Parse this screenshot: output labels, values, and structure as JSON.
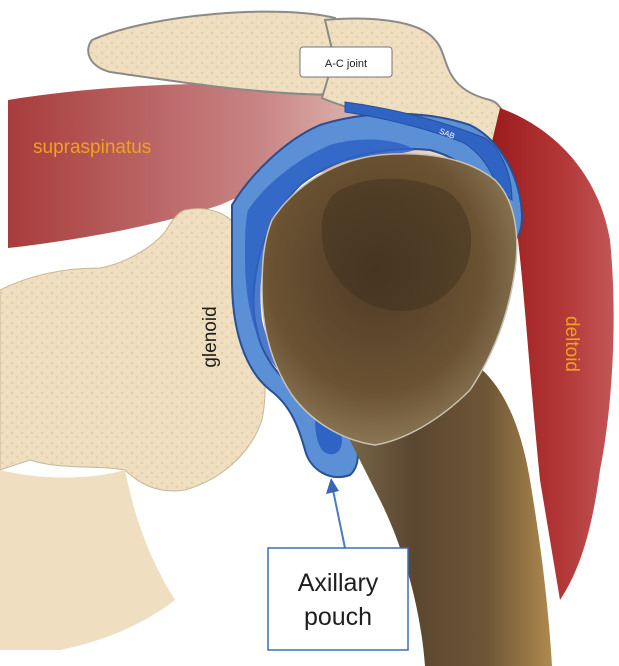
{
  "labels": {
    "ac_joint": "A-C joint",
    "supraspinatus": "supraspinatus",
    "sab": "SAB",
    "glenoid": "glenoid",
    "deltoid": "deltoid",
    "callout_line1": "Axillary",
    "callout_line2": "pouch"
  },
  "colors": {
    "bone_fill": "#efdfc0",
    "bone_stroke": "#8a8a86",
    "muscle_red": "#b34a4a",
    "deltoid_dark": "#a41e1e",
    "bursa_blue": "#5b8fd6",
    "bursa_dark": "#2f63c4",
    "humerus_brown": "#6b5232",
    "label_orange": "#f2a020",
    "callout_border": "#3d6fb3",
    "arrow_blue": "#4a7cc4"
  },
  "icons": {
    "callout_arrow": "arrow-up-icon"
  }
}
